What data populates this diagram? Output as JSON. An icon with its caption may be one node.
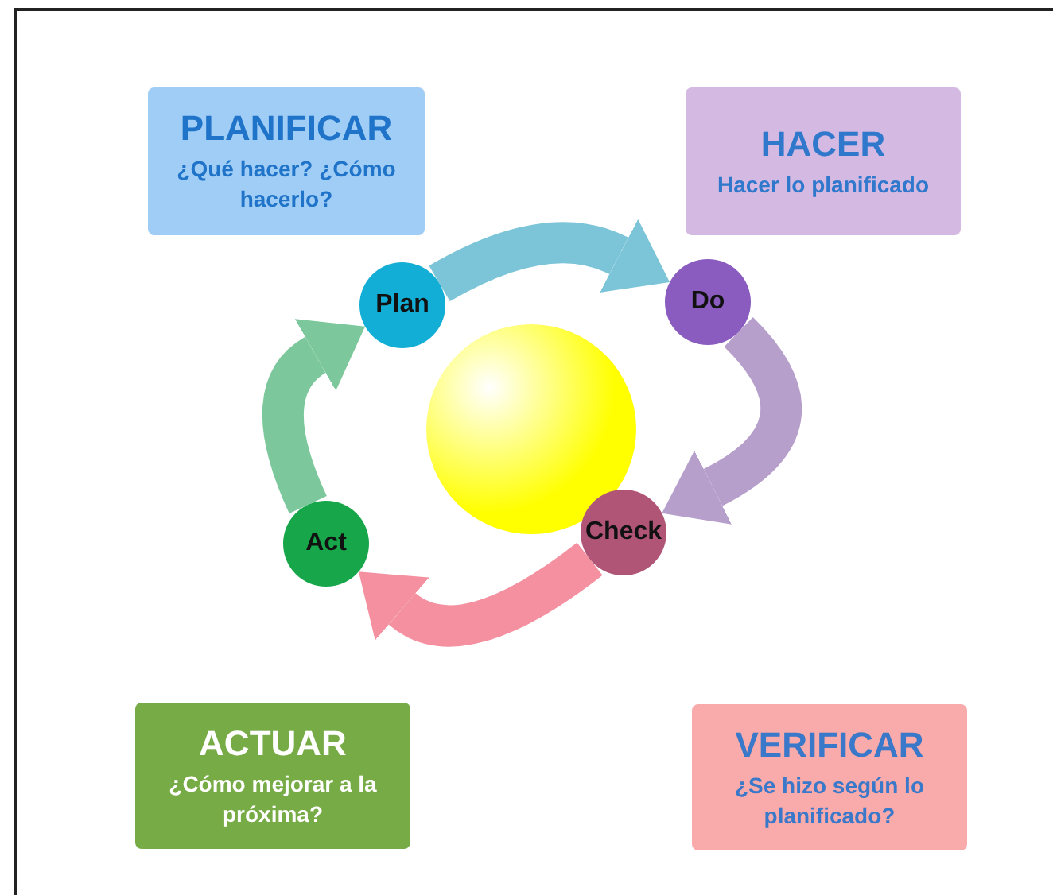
{
  "diagram": {
    "nodes": [
      {
        "text": [
          "PLANIFICAR",
          "¿Qué hacer? ¿Cómo hacerlo?"
        ]
      },
      {
        "text": [
          "HACER",
          "Hacer lo planificado"
        ]
      },
      {
        "text": [
          "Plan"
        ]
      },
      {
        "text": [
          "Do"
        ]
      },
      {
        "text": [
          "Act"
        ]
      },
      {
        "text": [
          "Check"
        ]
      },
      {
        "text": [
          "ACTUAR",
          "¿Cómo mejorar a la próxima?"
        ]
      },
      {
        "text": [
          "VERIFICAR",
          "¿Se hizo según lo planificado?"
        ]
      }
    ],
    "edges": [
      {
        "from": 2,
        "to": 3,
        "arrow": "to",
        "color": "#7cc5d8"
      },
      {
        "from": 3,
        "to": 5,
        "arrow": "to",
        "color": "#b79fcb"
      },
      {
        "from": 5,
        "to": 4,
        "arrow": "to",
        "color": "#f4909f"
      },
      {
        "from": 4,
        "to": 2,
        "arrow": "to",
        "color": "#7cc89c"
      }
    ]
  }
}
